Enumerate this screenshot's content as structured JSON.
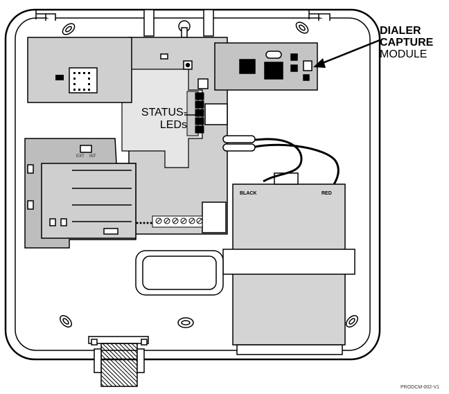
{
  "callout": {
    "line1": "DIALER",
    "line2": "CAPTURE",
    "line3": "MODULE"
  },
  "status_label": {
    "line1": "STATUS-",
    "line2": "LEDs"
  },
  "terminals": {
    "black": "BLACK",
    "red": "RED"
  },
  "switch_labels": {
    "ext": "EXT",
    "int": "INT"
  },
  "doc_id": "PRODCM-002-V1",
  "colors": {
    "board": "#cccccc",
    "module": "#c4c4c4",
    "outline": "#000000",
    "background": "#ffffff"
  }
}
